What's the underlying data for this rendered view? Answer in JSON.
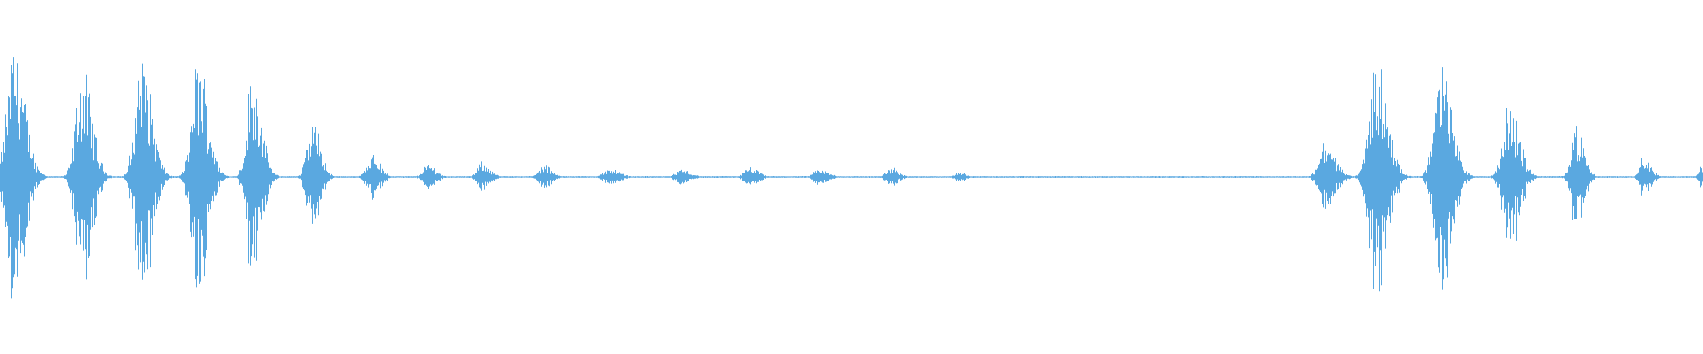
{
  "waveform": {
    "color": "#5aa8e0",
    "background": "#ffffff",
    "baseline_amplitude": 0.006,
    "bursts": [
      {
        "position": 0.008,
        "width": 0.01,
        "amplitude": 0.95
      },
      {
        "position": 0.048,
        "width": 0.009,
        "amplitude": 0.78
      },
      {
        "position": 0.083,
        "width": 0.009,
        "amplitude": 0.9
      },
      {
        "position": 0.116,
        "width": 0.009,
        "amplitude": 0.88
      },
      {
        "position": 0.148,
        "width": 0.008,
        "amplitude": 0.75
      },
      {
        "position": 0.183,
        "width": 0.007,
        "amplitude": 0.45
      },
      {
        "position": 0.218,
        "width": 0.007,
        "amplitude": 0.18
      },
      {
        "position": 0.251,
        "width": 0.007,
        "amplitude": 0.1
      },
      {
        "position": 0.283,
        "width": 0.007,
        "amplitude": 0.11
      },
      {
        "position": 0.319,
        "width": 0.007,
        "amplitude": 0.09
      },
      {
        "position": 0.358,
        "width": 0.009,
        "amplitude": 0.06
      },
      {
        "position": 0.4,
        "width": 0.008,
        "amplitude": 0.06
      },
      {
        "position": 0.44,
        "width": 0.008,
        "amplitude": 0.07
      },
      {
        "position": 0.481,
        "width": 0.008,
        "amplitude": 0.06
      },
      {
        "position": 0.523,
        "width": 0.007,
        "amplitude": 0.07
      },
      {
        "position": 0.563,
        "width": 0.006,
        "amplitude": 0.04
      },
      {
        "position": 0.778,
        "width": 0.009,
        "amplitude": 0.26
      },
      {
        "position": 0.808,
        "width": 0.01,
        "amplitude": 0.88
      },
      {
        "position": 0.846,
        "width": 0.01,
        "amplitude": 0.82
      },
      {
        "position": 0.886,
        "width": 0.009,
        "amplitude": 0.55
      },
      {
        "position": 0.925,
        "width": 0.007,
        "amplitude": 0.38
      },
      {
        "position": 0.965,
        "width": 0.006,
        "amplitude": 0.16
      },
      {
        "position": 0.999,
        "width": 0.004,
        "amplitude": 0.1
      }
    ]
  }
}
